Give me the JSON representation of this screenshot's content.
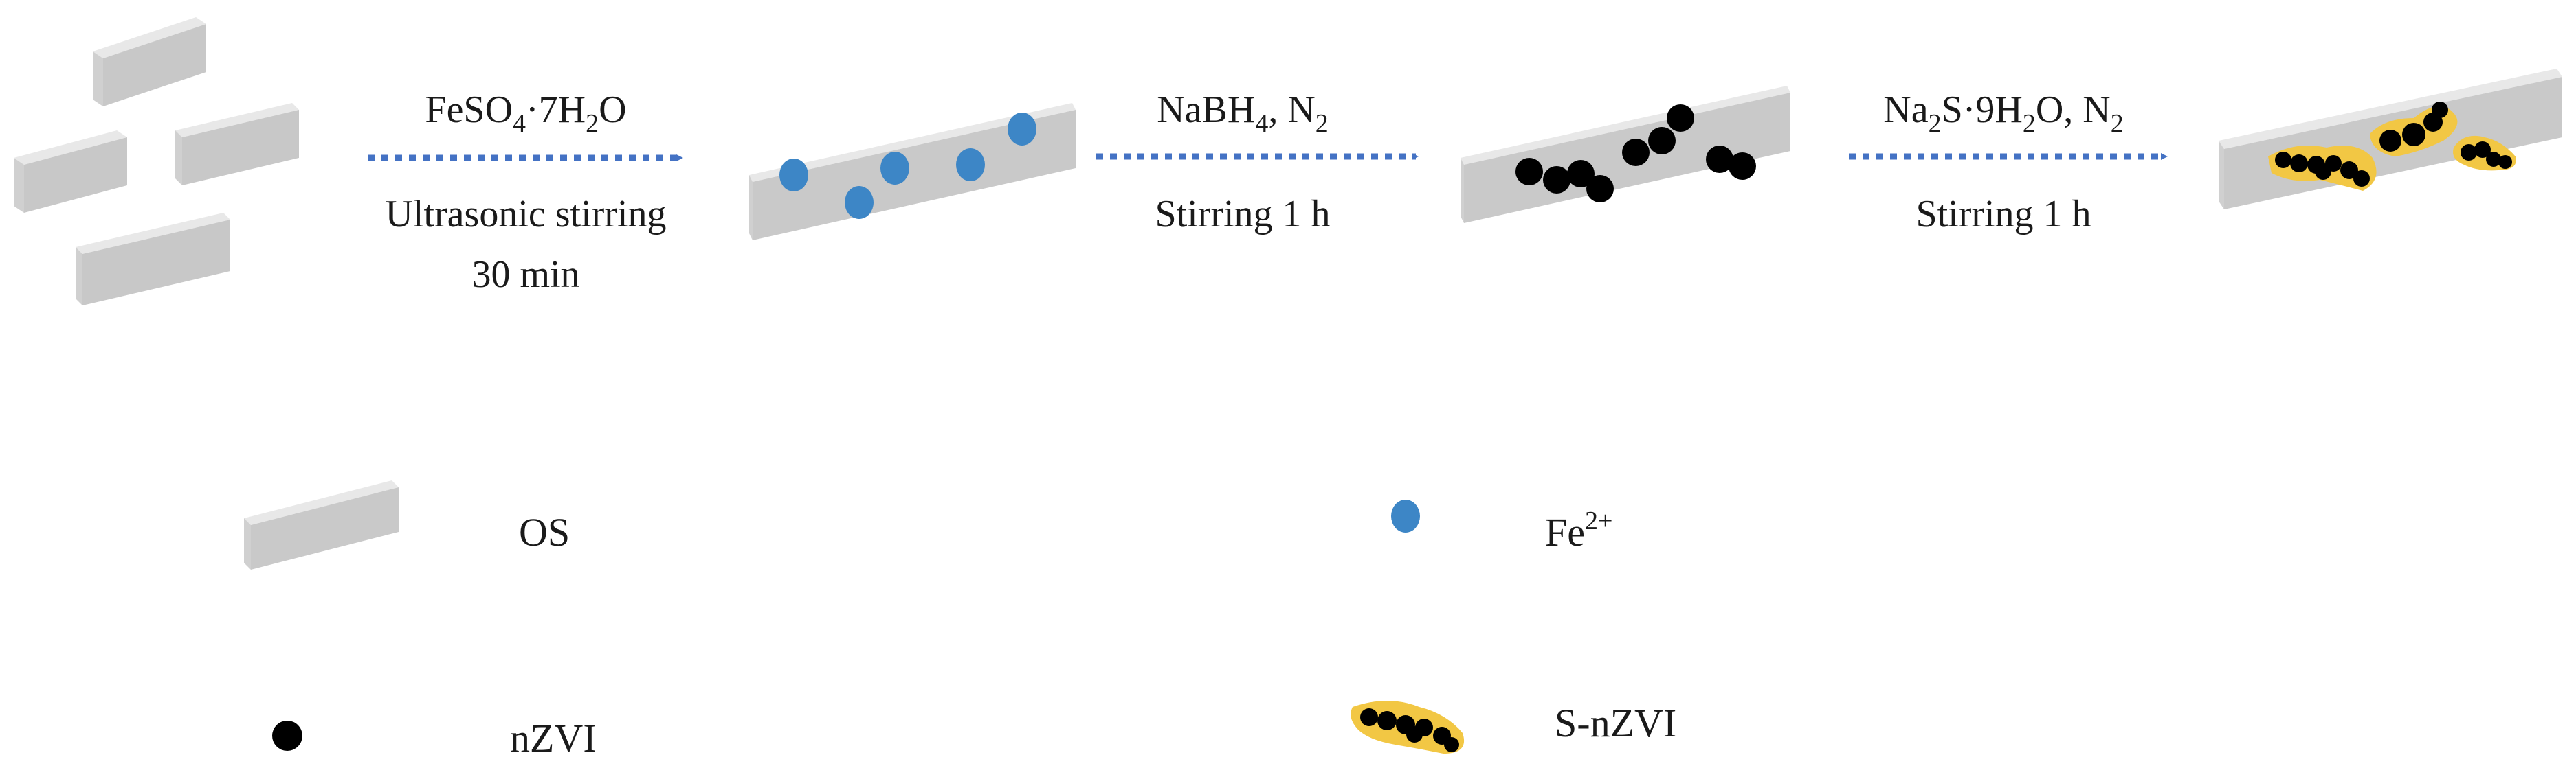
{
  "steps": [
    {
      "reagent": {
        "parts": [
          [
            "FeSO",
            "n"
          ],
          [
            "4",
            "sub"
          ],
          [
            "·7H",
            "n"
          ],
          [
            "2",
            "sub"
          ],
          [
            "O",
            "n"
          ]
        ]
      },
      "condition_lines": [
        "Ultrasonic stirring",
        "30 min"
      ]
    },
    {
      "reagent": {
        "parts": [
          [
            "NaBH",
            "n"
          ],
          [
            "4",
            "sub"
          ],
          [
            ", N",
            "n"
          ],
          [
            "2",
            "sub"
          ]
        ]
      },
      "condition_lines": [
        "Stirring 1 h"
      ]
    },
    {
      "reagent": {
        "parts": [
          [
            "Na",
            "n"
          ],
          [
            "2",
            "sub"
          ],
          [
            "S·9H",
            "n"
          ],
          [
            "2",
            "sub"
          ],
          [
            "O, N",
            "n"
          ],
          [
            "2",
            "sub"
          ]
        ]
      },
      "condition_lines": [
        "Stirring 1 h"
      ]
    }
  ],
  "legend": {
    "os": "OS",
    "fe": {
      "base": "Fe",
      "sup": "2+"
    },
    "nzvi": "nZVI",
    "snzvi": "S-nZVI"
  },
  "colors": {
    "slab_top": "#e6e6e6",
    "slab_front": "#c9c9c9",
    "slab_end": "#a9a9a9",
    "fe_ion": "#3d86c6",
    "arrow": "#4472c4",
    "nzvi": "#000000",
    "sulfide_shell": "#f2c744"
  },
  "icons": [
    "os-slab-icon",
    "fe2-ion-icon",
    "nzvi-particle-icon",
    "s-nzvi-particle-icon",
    "dotted-arrow-icon"
  ]
}
